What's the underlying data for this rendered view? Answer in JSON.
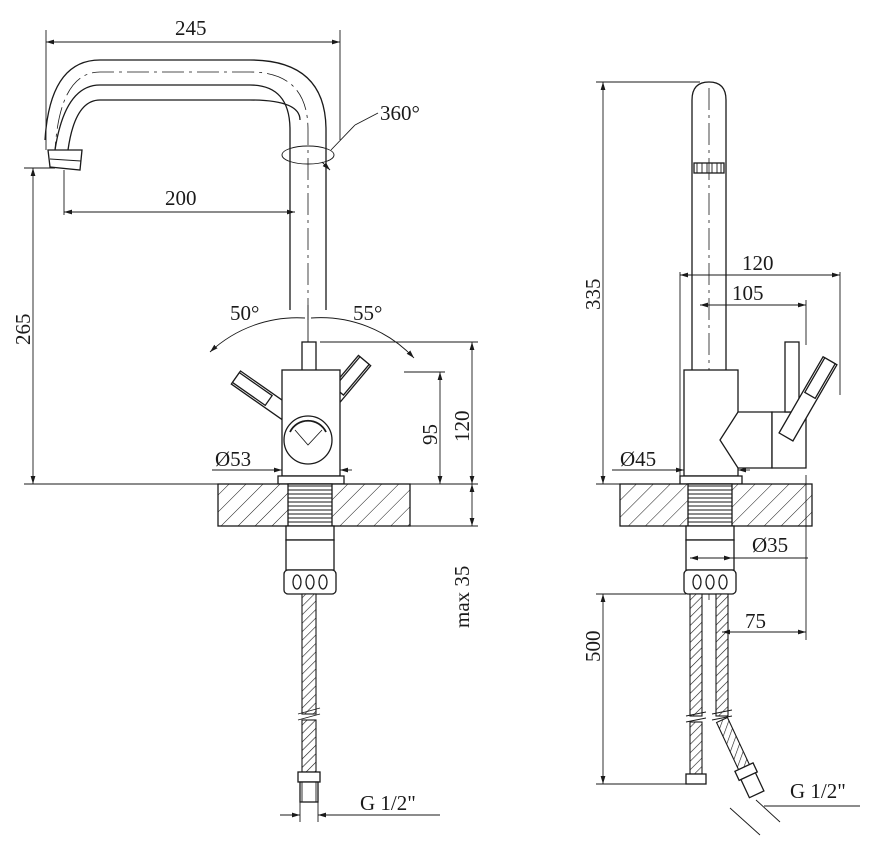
{
  "labels": {
    "front_width": "245",
    "spout_reach": "200",
    "swivel_angle": "360°",
    "front_height": "265",
    "lever_left_angle": "50°",
    "lever_right_angle": "55°",
    "lever_height_95": "95",
    "lever_height_120": "120",
    "body_diameter_front": "Ø53",
    "max_thickness": "max 35",
    "thread_front": "G 1/2\"",
    "side_height": "335",
    "side_depth_120": "120",
    "side_depth_105": "105",
    "body_diameter_side": "Ø45",
    "shank_diameter": "Ø35",
    "hose_length": "500",
    "hose_spacing": "75",
    "thread_side": "G 1/2\""
  }
}
